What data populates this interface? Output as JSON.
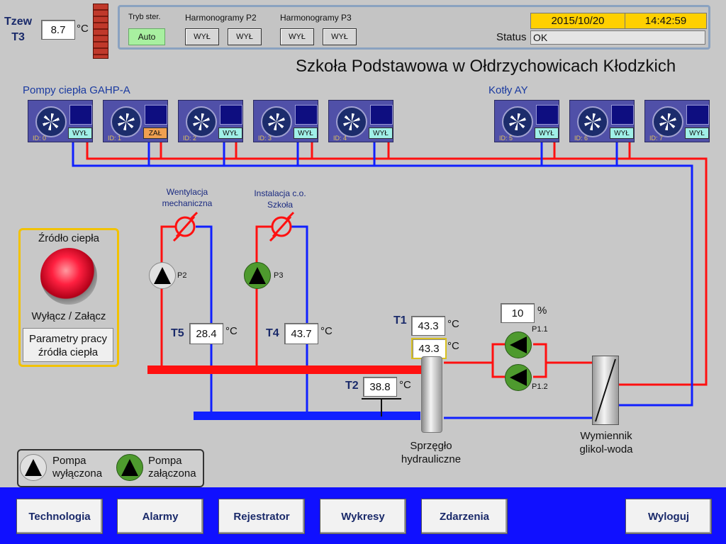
{
  "header": {
    "tzew_label": "Tzew",
    "tzew_sub": "T3",
    "tzew_value": "8.7",
    "tzew_unit": "°C",
    "tryb_label": "Tryb ster.",
    "tryb_value": "Auto",
    "harm_p2_label": "Harmonogramy P2",
    "harm_p3_label": "Harmonogramy P3",
    "harm_p2_a": "WYŁ",
    "harm_p2_b": "WYŁ",
    "harm_p3_a": "WYŁ",
    "harm_p3_b": "WYŁ",
    "date": "2015/10/20",
    "time": "14:42:59",
    "status_label": "Status",
    "status_value": "OK"
  },
  "title": "Szkoła Podstawowa w Ołdrzychowicach Kłodzkich",
  "gahp_label": "Pompy ciepła GAHP-A",
  "kotly_label": "Kotły AY",
  "units": [
    {
      "id": "ID: 0",
      "state": "WYŁ",
      "color": "#a0f0e8"
    },
    {
      "id": "ID: 1",
      "state": "ZAŁ",
      "color": "#f0a050"
    },
    {
      "id": "ID: 2",
      "state": "WYŁ",
      "color": "#a0f0e8"
    },
    {
      "id": "ID: 3",
      "state": "WYŁ",
      "color": "#a0f0e8"
    },
    {
      "id": "ID: 4",
      "state": "WYŁ",
      "color": "#a0f0e8"
    },
    {
      "id": "ID: 5",
      "state": "WYŁ",
      "color": "#a0f0e8"
    },
    {
      "id": "ID: 6",
      "state": "WYŁ",
      "color": "#a0f0e8"
    },
    {
      "id": "ID: 7",
      "state": "WYŁ",
      "color": "#a0f0e8"
    }
  ],
  "source": {
    "title": "Źródło ciepła",
    "toggle": "Wyłącz / Załącz",
    "params_line1": "Parametry pracy",
    "params_line2": "źródła ciepła"
  },
  "circuits": {
    "went_label_1": "Wentylacja",
    "went_label_2": "mechaniczna",
    "inst_label_1": "Instalacja c.o.",
    "inst_label_2": "Szkoła",
    "p2": "P2",
    "p3": "P3"
  },
  "temps": {
    "t5_label": "T5",
    "t5_value": "28.4",
    "t4_label": "T4",
    "t4_value": "43.7",
    "t1_label": "T1",
    "t1_value": "43.3",
    "t1b_value": "43.3",
    "t2_label": "T2",
    "t2_value": "38.8",
    "unit": "°C"
  },
  "pump_group": {
    "percent_value": "10",
    "percent_unit": "%",
    "p11": "P1.1",
    "p12": "P1.2"
  },
  "labels": {
    "sprzeglo_1": "Sprzęgło",
    "sprzeglo_2": "hydrauliczne",
    "wymiennik_1": "Wymiennik",
    "wymiennik_2": "glikol-woda"
  },
  "legend": {
    "off_1": "Pompa",
    "off_2": "wyłączona",
    "on_1": "Pompa",
    "on_2": "załączona"
  },
  "nav": [
    "Technologia",
    "Alarmy",
    "Rejestrator",
    "Wykresy",
    "Zdarzenia",
    "Wyloguj"
  ],
  "colors": {
    "hot": "#ff1010",
    "cold": "#1020ff",
    "pump_on": "#4e9a2e",
    "accent_yellow": "#ffd000"
  }
}
